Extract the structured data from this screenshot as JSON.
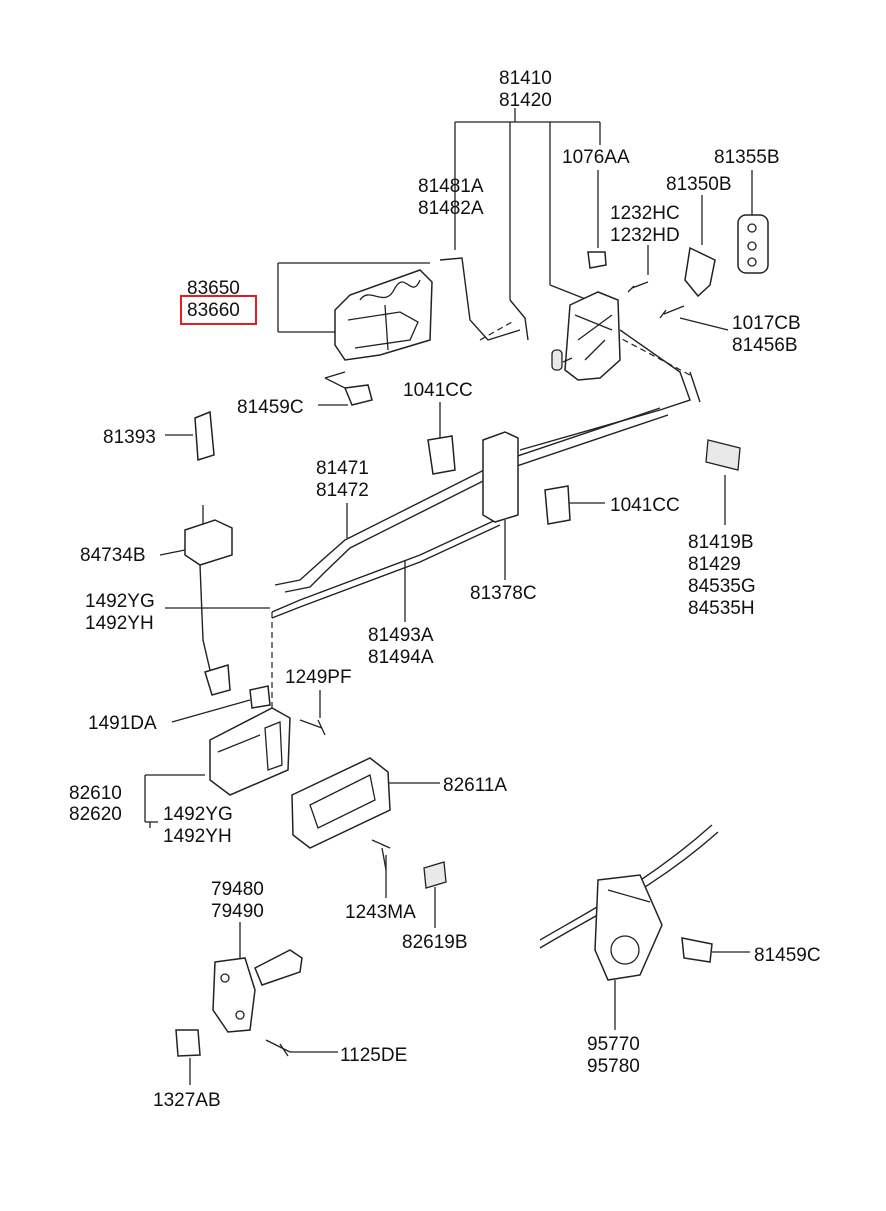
{
  "part_labels": {
    "p81410": "81410",
    "p81420": "81420",
    "p1076AA": "1076AA",
    "p81355B": "81355B",
    "p81350B": "81350B",
    "p81481A": "81481A",
    "p81482A": "81482A",
    "p1232HC": "1232HC",
    "p1232HD": "1232HD",
    "p83650": "83650",
    "p83660": "83660",
    "p1017CB": "1017CB",
    "p81456B": "81456B",
    "p81459C_top": "81459C",
    "p1041CC_top": "1041CC",
    "p81393": "81393",
    "p81471": "81471",
    "p81472": "81472",
    "p1041CC_mid": "1041CC",
    "p84734B": "84734B",
    "p81419B": "81419B",
    "p81429": "81429",
    "p84535G": "84535G",
    "p84535H": "84535H",
    "p81378C": "81378C",
    "p1492YG_a": "1492YG",
    "p1492YH_a": "1492YH",
    "p81493A": "81493A",
    "p81494A": "81494A",
    "p1249PF": "1249PF",
    "p1491DA": "1491DA",
    "p82611A": "82611A",
    "p82610": "82610",
    "p82620": "82620",
    "p1492YG_b": "1492YG",
    "p1492YH_b": "1492YH",
    "p79480": "79480",
    "p79490": "79490",
    "p1243MA": "1243MA",
    "p82619B": "82619B",
    "p81459C_bot": "81459C",
    "p1125DE": "1125DE",
    "p95770": "95770",
    "p95780": "95780",
    "p1327AB": "1327AB"
  },
  "highlight": {
    "part": "83660",
    "color": "#e02020"
  }
}
